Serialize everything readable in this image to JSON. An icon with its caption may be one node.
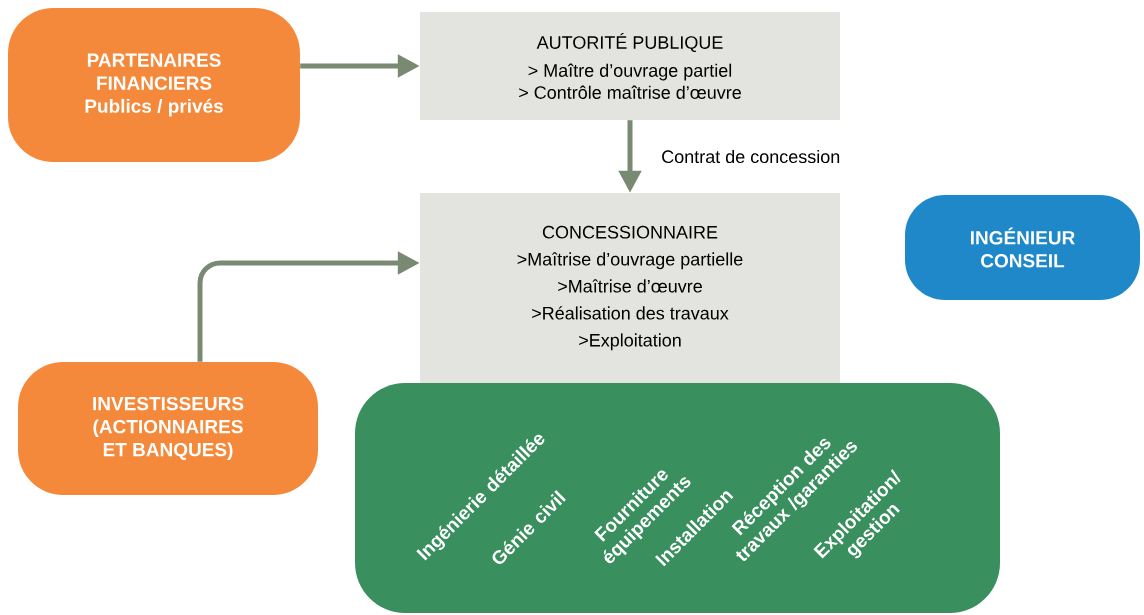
{
  "diagram": {
    "nodes": [
      {
        "text": [
          "PARTENAIRES FINANCIERS",
          "Publics / privés"
        ]
      },
      {
        "text": [
          "AUTORITÉ PUBLIQUE",
          "> Maître d’ouvrage partiel",
          "> Contrôle maîtrise d’œuvre"
        ]
      },
      {
        "text": [
          "CONCESSIONNAIRE",
          ">Maîtrise d’ouvrage partielle",
          ">Maîtrise d’œuvre",
          ">Réalisation des travaux",
          ">Exploitation"
        ]
      },
      {
        "text": [
          "INGÉNIEUR CONSEIL"
        ]
      },
      {
        "text": [
          "INVESTISSEURS (ACTIONNAIRES ET BANQUES)"
        ]
      },
      {
        "text": [
          "Ingénierie détaillée",
          "Génie civil",
          "Fourniture équipements",
          "Installation",
          "Réception des travaux /garanties",
          "Exploitation/ gestion"
        ]
      }
    ],
    "edges": [
      {
        "from": 0,
        "to": 1,
        "arrow": "to"
      },
      {
        "from": 1,
        "to": 2,
        "arrow": "to",
        "label": "Contrat de concession"
      },
      {
        "from": 4,
        "to": 2,
        "arrow": "to"
      }
    ]
  }
}
